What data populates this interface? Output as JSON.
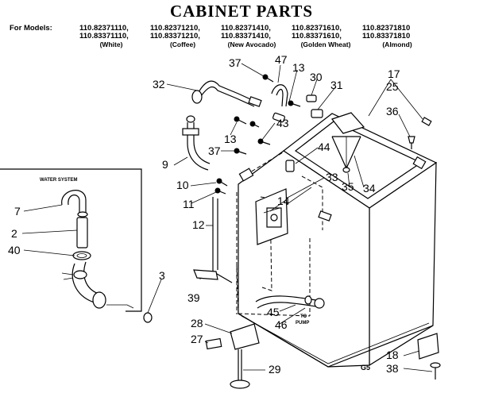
{
  "title": "CABINET PARTS",
  "models": {
    "prefix": "For Models:",
    "row1": [
      "110.82371110,",
      "110.82371210,",
      "110.82371410,",
      "110.82371610,",
      "110.82371810"
    ],
    "row2": [
      "110.83371110,",
      "110.83371210,",
      "110.83371410,",
      "110.83371610,",
      "110.83371810"
    ],
    "colors": [
      "(White)",
      "(Coffee)",
      "(New Avocado)",
      "(Golden Wheat)",
      "(Almond)"
    ]
  },
  "inset_label": "WATER SYSTEM",
  "to_pump_label": [
    "TO",
    "PUMP"
  ],
  "figure_code": "G5",
  "part_numbers": [
    "2",
    "3",
    "7",
    "9",
    "10",
    "11",
    "12",
    "13",
    "13",
    "14",
    "17",
    "18",
    "25",
    "27",
    "28",
    "29",
    "30",
    "31",
    "32",
    "33",
    "34",
    "35",
    "36",
    "37",
    "37",
    "38",
    "39",
    "40",
    "43",
    "44",
    "45",
    "46",
    "47"
  ]
}
